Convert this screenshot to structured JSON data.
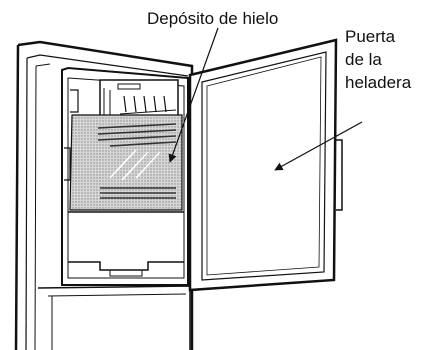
{
  "labels": {
    "ice_bin": "Depósito de hielo",
    "door_line1": "Puerta",
    "door_line2": "de la",
    "door_line3": "heladera"
  }
}
